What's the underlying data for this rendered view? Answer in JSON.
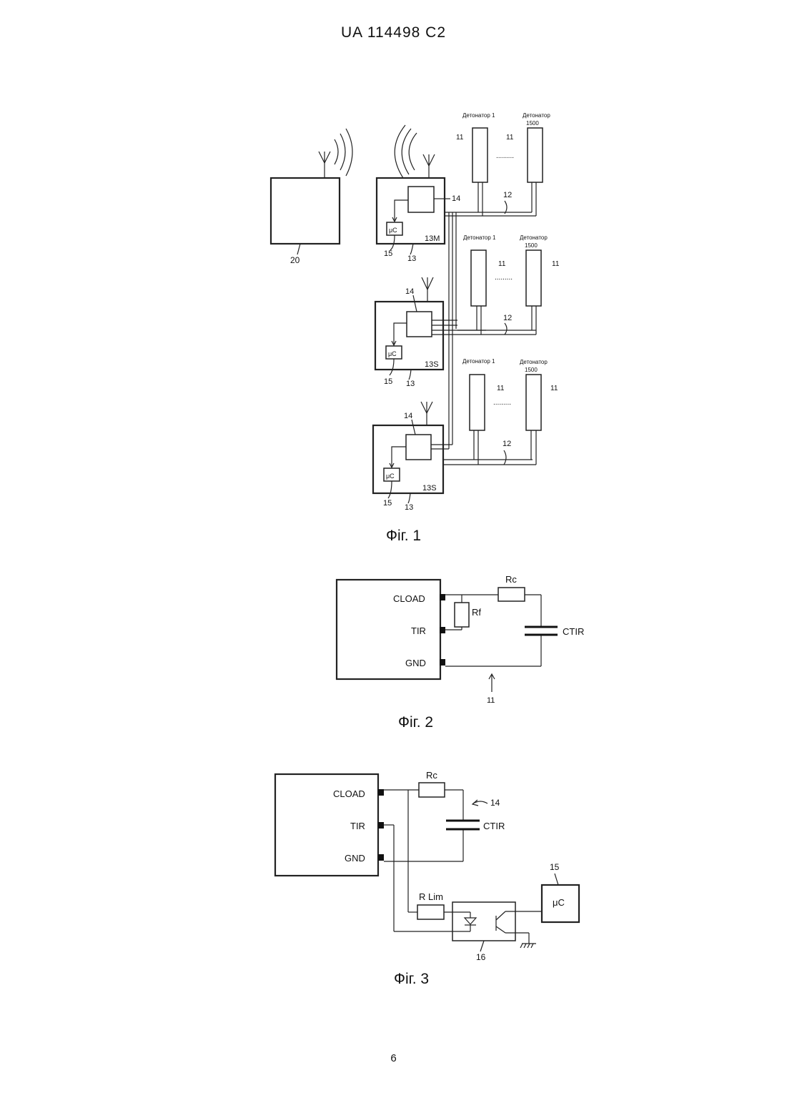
{
  "header": "UA 114498 C2",
  "page_number": "6",
  "fig1": {
    "caption": "Фіг. 1",
    "base_station": "20",
    "groups": [
      {
        "det_first": "Детонатор 1",
        "det_last": "Детонатор",
        "det_last_num": "1500",
        "det_ref_a": "11",
        "det_ref_b": "11",
        "wire": "12",
        "block14": "14",
        "uc": "μC",
        "ref15": "15",
        "ref13": "13",
        "unit": "13M"
      },
      {
        "det_first": "Детонатор 1",
        "det_last": "Детонатор",
        "det_last_num": "1500",
        "det_ref_a": "11",
        "det_ref_b": "11",
        "wire": "12",
        "block14": "14",
        "uc": "μC",
        "ref15": "15",
        "ref13": "13",
        "unit": "13S"
      },
      {
        "det_first": "Детонатор 1",
        "det_last": "Детонатор",
        "det_last_num": "1500",
        "det_ref_a": "11",
        "det_ref_b": "11",
        "wire": "12",
        "block14": "14",
        "uc": "μC",
        "ref15": "15",
        "ref13": "13",
        "unit": "13S"
      }
    ]
  },
  "fig2": {
    "caption": "Фіг. 2",
    "pin_cload": "CLOAD",
    "pin_tir": "TIR",
    "pin_gnd": "GND",
    "rc": "Rc",
    "rf": "Rf",
    "ctir": "CTIR",
    "ref": "11"
  },
  "fig3": {
    "caption": "Фіг. 3",
    "pin_cload": "CLOAD",
    "pin_tir": "TIR",
    "pin_gnd": "GND",
    "rc": "Rc",
    "ctir": "CTIR",
    "ref14": "14",
    "rlim": "R Lim",
    "uc": "μC",
    "ref15": "15",
    "ref16": "16"
  }
}
